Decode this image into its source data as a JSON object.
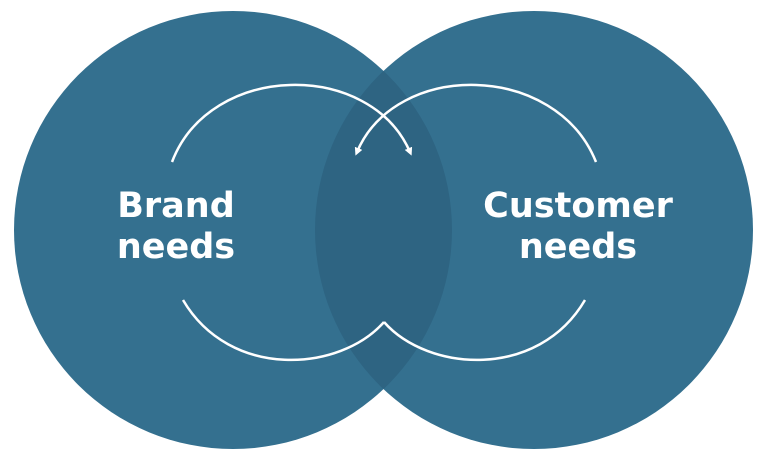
{
  "left_circle": {
    "line1": "Brand",
    "line2": "needs"
  },
  "right_circle": {
    "line1": "Customer",
    "line2": "needs"
  },
  "colors": {
    "circle_fill": "#34708f",
    "overlap_fill": "#2e6482",
    "arc_stroke": "#ffffff"
  }
}
